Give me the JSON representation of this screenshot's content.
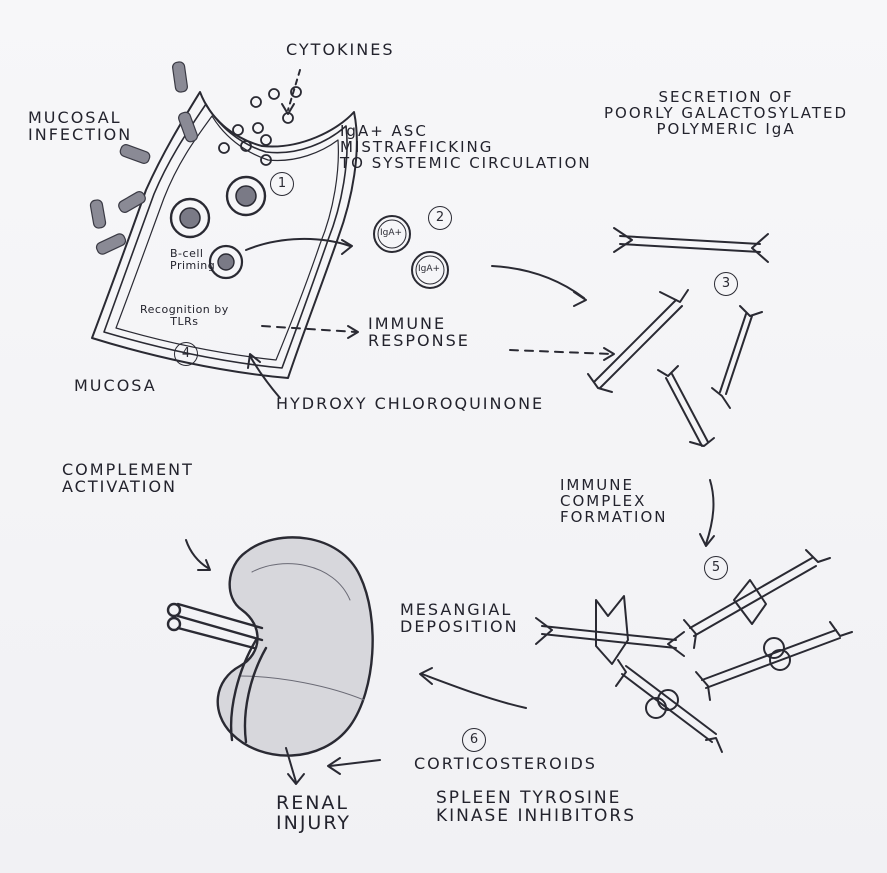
{
  "labels": {
    "cytokines": "CYTOKINES",
    "mucosal_infection": "MUCOSAL\nINFECTION",
    "mucosa": "MUCOSA",
    "b_cell_priming": "B-cell\nPriming",
    "recognition": "Recognition by\nTLRs",
    "iga_asc": "IgA+ ASC\nMISTRAFFICKING\nTO SYSTEMIC CIRCULATION",
    "secretion": "SECRETION OF\nPOORLY GALACTOSYLATED\nPOLYMERIC IgA",
    "immune_response": "IMMUNE\nRESPONSE",
    "hydroxy": "HYDROXY CHLOROQUINONE",
    "complement": "COMPLEMENT\nACTIVATION",
    "immune_complex": "IMMUNE\nCOMPLEX\nFORMATION",
    "mesangial": "MESANGIAL\nDEPOSITION",
    "corticosteroids": "CORTICOSTEROIDS",
    "spleen": "SPLEEN TYROSINE\nKINASE INHIBITORS",
    "renal": "RENAL\nINJURY",
    "iga_cell": "IgA+"
  },
  "step_numbers": {
    "s1": "1",
    "s2": "2",
    "s3": "3",
    "s4": "4",
    "s5": "5",
    "s6": "6"
  },
  "colors": {
    "ink": "#2a2a33",
    "pencil": "#5a5a66",
    "paper": "#f4f4f6"
  }
}
